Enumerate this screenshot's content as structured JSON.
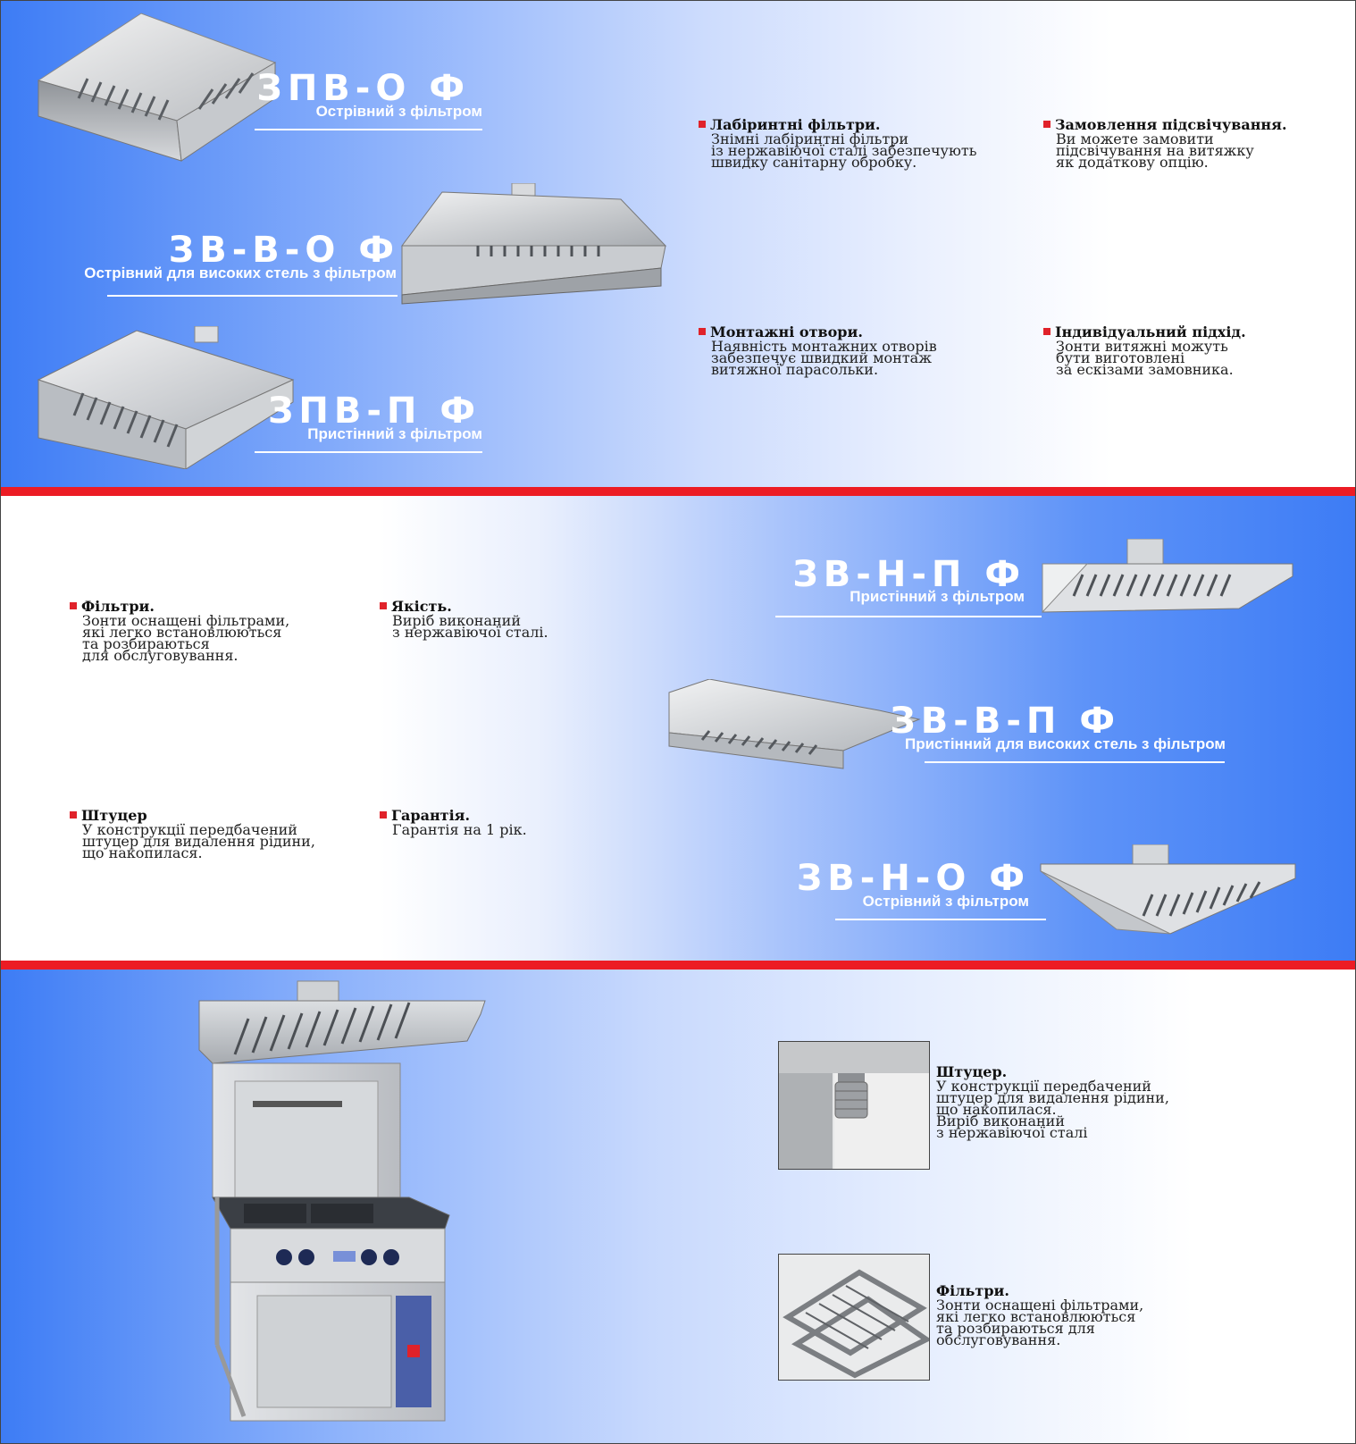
{
  "colors": {
    "accent_red": "#ec1c24",
    "blue": "#3d7cf5",
    "white": "#ffffff"
  },
  "section1": {
    "products": [
      {
        "code": "ЗПВ-О Ф",
        "desc": "Острівний з фільтром"
      },
      {
        "code": "ЗВ-В-О Ф",
        "desc": "Острівний для високих стель з фільтром"
      },
      {
        "code": "ЗПВ-П Ф",
        "desc": "Пристінний з фільтром"
      }
    ],
    "features": [
      {
        "title": "Лабіринтні фільтри.",
        "text": "Знімні лабіринтні фільтри\nіз нержавіючої сталі забезпечують\nшвидку санітарну обробку."
      },
      {
        "title": "Замовлення підсвічування.",
        "text": "Ви можете замовити\nпідсвічування на витяжку\nяк додаткову опцію."
      },
      {
        "title": "Монтажні отвори.",
        "text": "Наявність монтажних отворів\nзабезпечує швидкий монтаж\nвитяжної парасольки."
      },
      {
        "title": "Індивідуальний підхід.",
        "text": "Зонти витяжні можуть\nбути виготовлені\nза ескізами замовника."
      }
    ]
  },
  "section2": {
    "products": [
      {
        "code": "ЗВ-Н-П Ф",
        "desc": "Пристінний з  фільтром"
      },
      {
        "code": "ЗВ-В-П Ф",
        "desc": "Пристінний для високих стель з фільтром"
      },
      {
        "code": "ЗВ-Н-О Ф",
        "desc": "Острівний з  фільтром"
      }
    ],
    "features": [
      {
        "title": "Фільтри.",
        "text": "Зонти оснащені фільтрами,\nякі легко встановлюються\nта розбираються\nдля обслуговування."
      },
      {
        "title": "Якість.",
        "text": "Виріб виконаний\nз нержавіючої сталі."
      },
      {
        "title": "Штуцер",
        "text": "У конструкції передбачений\nштуцер для видалення рідини,\nщо накопилася."
      },
      {
        "title": "Гарантія.",
        "text": "Гарантія на 1 рік."
      }
    ]
  },
  "section3": {
    "details": [
      {
        "title": "Штуцер.",
        "text": "У конструкції передбачений\nштуцер для видалення рідини,\nщо накопилася.\nВиріб виконаний\nз нержавіючої сталі"
      },
      {
        "title": "Фільтри.",
        "text": "Зонти оснащені фільтрами,\nякі легко встановлюються\nта розбираються для\nобслуговування."
      }
    ]
  }
}
